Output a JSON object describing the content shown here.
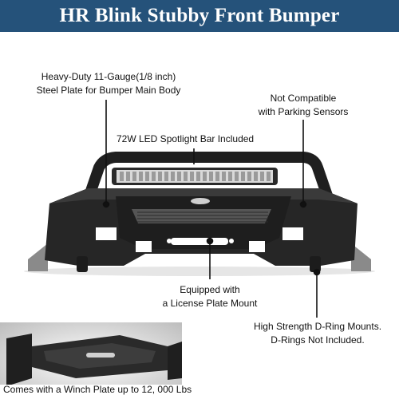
{
  "banner": {
    "title": "HR Blink Stubby Front Bumper",
    "color": "#25527a"
  },
  "callouts": {
    "plate_line1": "Heavy-Duty 11-Gauge(1/8 inch)",
    "plate_line2": "Steel Plate for Bumper Main Body",
    "sensors_line1": "Not Compatible",
    "sensors_line2": "with Parking Sensors",
    "led": "72W LED Spotlight Bar Included",
    "license_line1": "Equipped with",
    "license_line2": "a License Plate Mount",
    "dring_line1": "High Strength D-Ring Mounts.",
    "dring_line2": "D-Rings Not Included.",
    "winch": "Comes with a Winch Plate up to 12, 000 Lbs"
  }
}
